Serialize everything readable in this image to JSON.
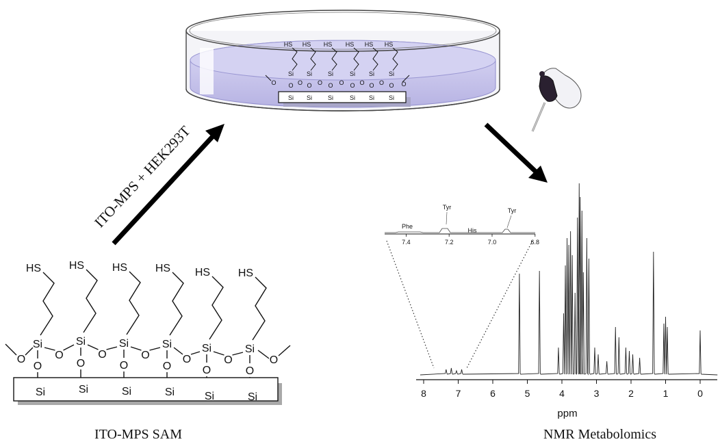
{
  "arrow_label": "ITO-MPS + HEK293T",
  "captions": {
    "left": "ITO-MPS SAM",
    "right": "NMR Metabolomics"
  },
  "sam": {
    "thiol": "HS",
    "silicon": "Si",
    "oxygen": "O"
  },
  "nmr": {
    "xlabel": "ppm",
    "ticks": [
      "8",
      "7",
      "6",
      "5",
      "4",
      "3",
      "2",
      "1",
      "0"
    ],
    "inset": {
      "ticks": [
        "7.4",
        "7.2",
        "7.0",
        "6.8"
      ],
      "labels": [
        "Phe",
        "Tyr",
        "His",
        "Tyr"
      ]
    }
  },
  "colors": {
    "medium": "#c9c7ec",
    "substrate_shadow": "#a9a9a9",
    "ink": "#111111"
  }
}
